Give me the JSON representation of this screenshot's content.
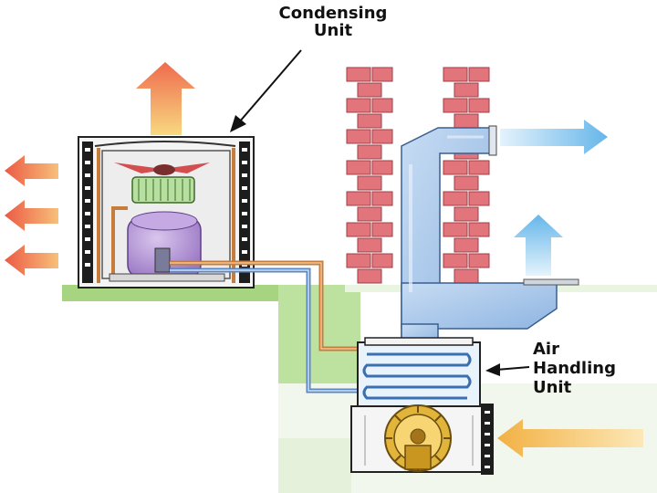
{
  "labels": {
    "condensing_unit": {
      "line1": "Condensing",
      "line2": "Unit"
    },
    "air_handling_unit": {
      "line1": "Air",
      "line2": "Handling",
      "line3": "Unit"
    }
  },
  "colors": {
    "warm_air": "#f07a52",
    "warm_air_light": "#f6c27a",
    "cool_air": "#7ec3ee",
    "cool_air_light": "#d3ecfa",
    "brick": "#e2747c",
    "duct": "#a9c7ea",
    "ground": "#a6d481",
    "compressor": "#b99ad6",
    "copper_line": "#c67d3c",
    "blower": "#e0b53a"
  }
}
